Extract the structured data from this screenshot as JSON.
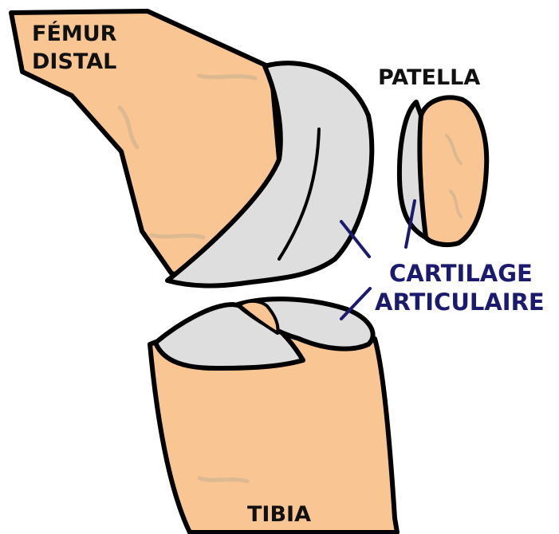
{
  "labels": {
    "femur_line1": "FÉMUR",
    "femur_line2": "DISTAL",
    "patella": "PATELLA",
    "cartilage_line1": "CARTILAGE",
    "cartilage_line2": "ARTICULAIRE",
    "tibia": "TIBIA"
  },
  "colors": {
    "bone": "#f8c593",
    "cartilage": "#dedede",
    "outline": "#000000",
    "leader": "#1a1a6e",
    "label_black": "#111111",
    "label_blue": "#1a1a6e",
    "background": "#ffffff"
  }
}
